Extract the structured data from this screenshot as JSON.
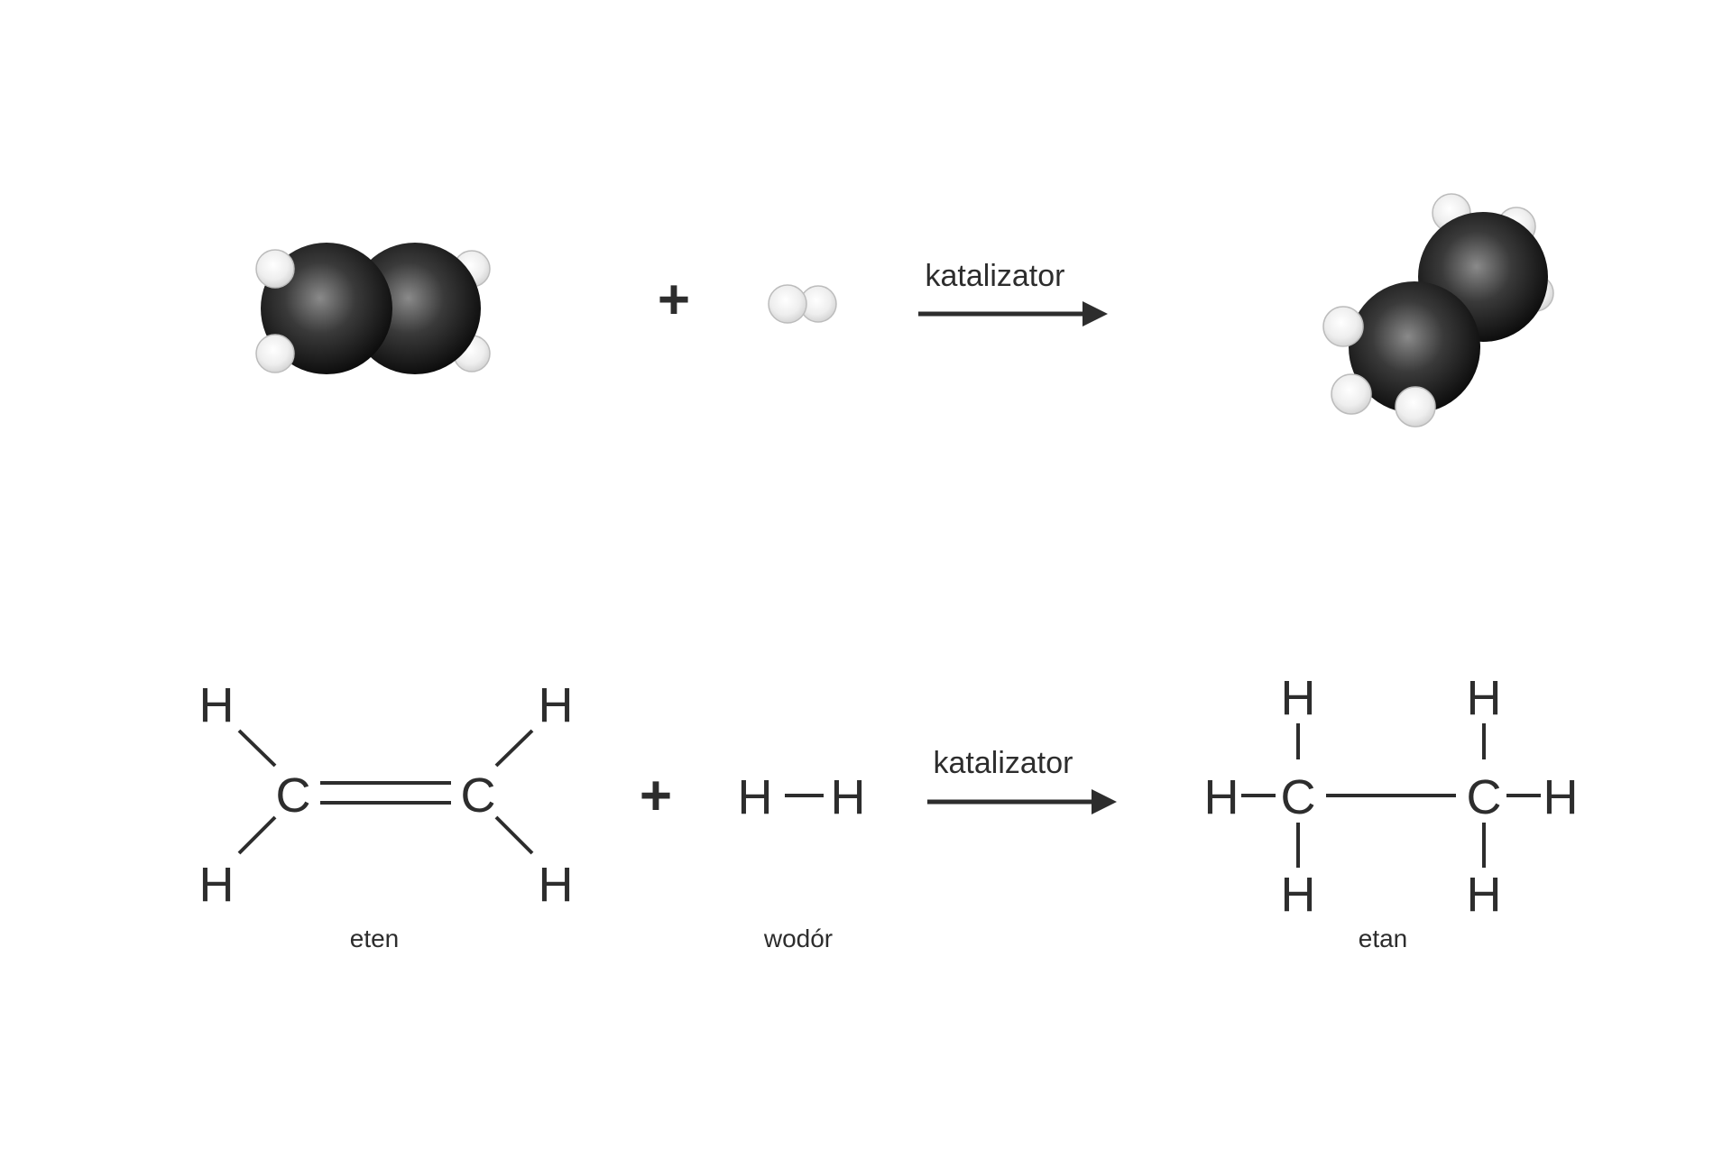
{
  "colors": {
    "ink": "#2d2d2d",
    "carbon": "#1a1a1a",
    "hydrogen": "#eeeeee",
    "background": "#ffffff"
  },
  "model_row": {
    "plus": "+",
    "arrow_label": "katalizator"
  },
  "formula_row": {
    "ethene": {
      "c_left": "C",
      "c_right": "C",
      "h_top_left": "H",
      "h_bottom_left": "H",
      "h_top_right": "H",
      "h_bottom_right": "H"
    },
    "plus": "+",
    "hydrogen": {
      "h_left": "H",
      "h_right": "H"
    },
    "arrow_label": "katalizator",
    "ethane": {
      "c_left": "C",
      "c_right": "C",
      "h_left": "H",
      "h_right": "H",
      "h_top_left": "H",
      "h_top_right": "H",
      "h_bottom_left": "H",
      "h_bottom_right": "H"
    }
  },
  "names": {
    "ethene": "eten",
    "hydrogen": "wodór",
    "ethane": "etan"
  }
}
